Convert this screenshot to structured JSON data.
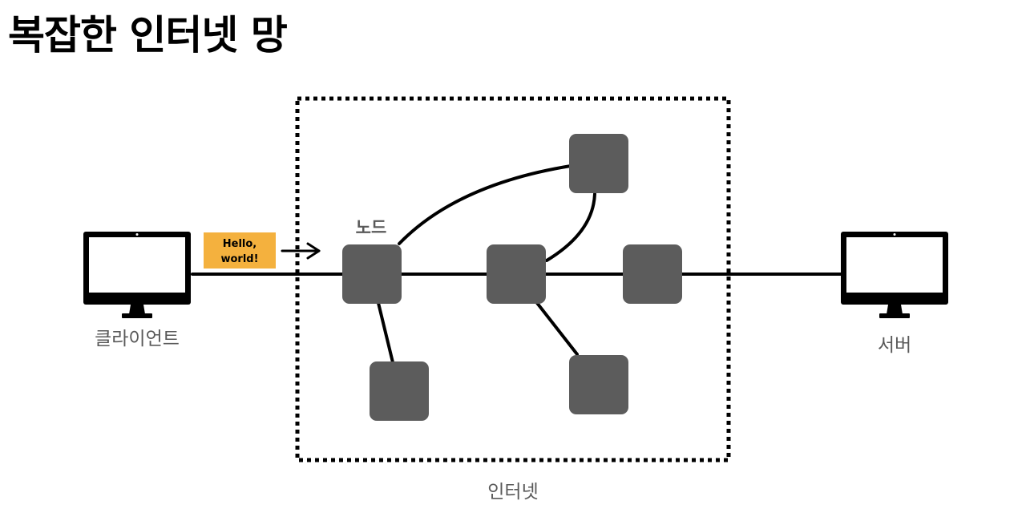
{
  "title": "복잡한 인터넷 망",
  "labels": {
    "client": "클라이언트",
    "server": "서버",
    "node": "노드",
    "internet": "인터넷"
  },
  "message": {
    "line1": "Hello,",
    "line2": "world!"
  },
  "colors": {
    "node": "#5c5c5c",
    "message_box": "#f4b13e",
    "label_text": "#595959",
    "lines": "#000000"
  },
  "icons": {
    "client": "monitor-icon",
    "server": "monitor-icon",
    "arrow": "arrow-right-icon"
  }
}
